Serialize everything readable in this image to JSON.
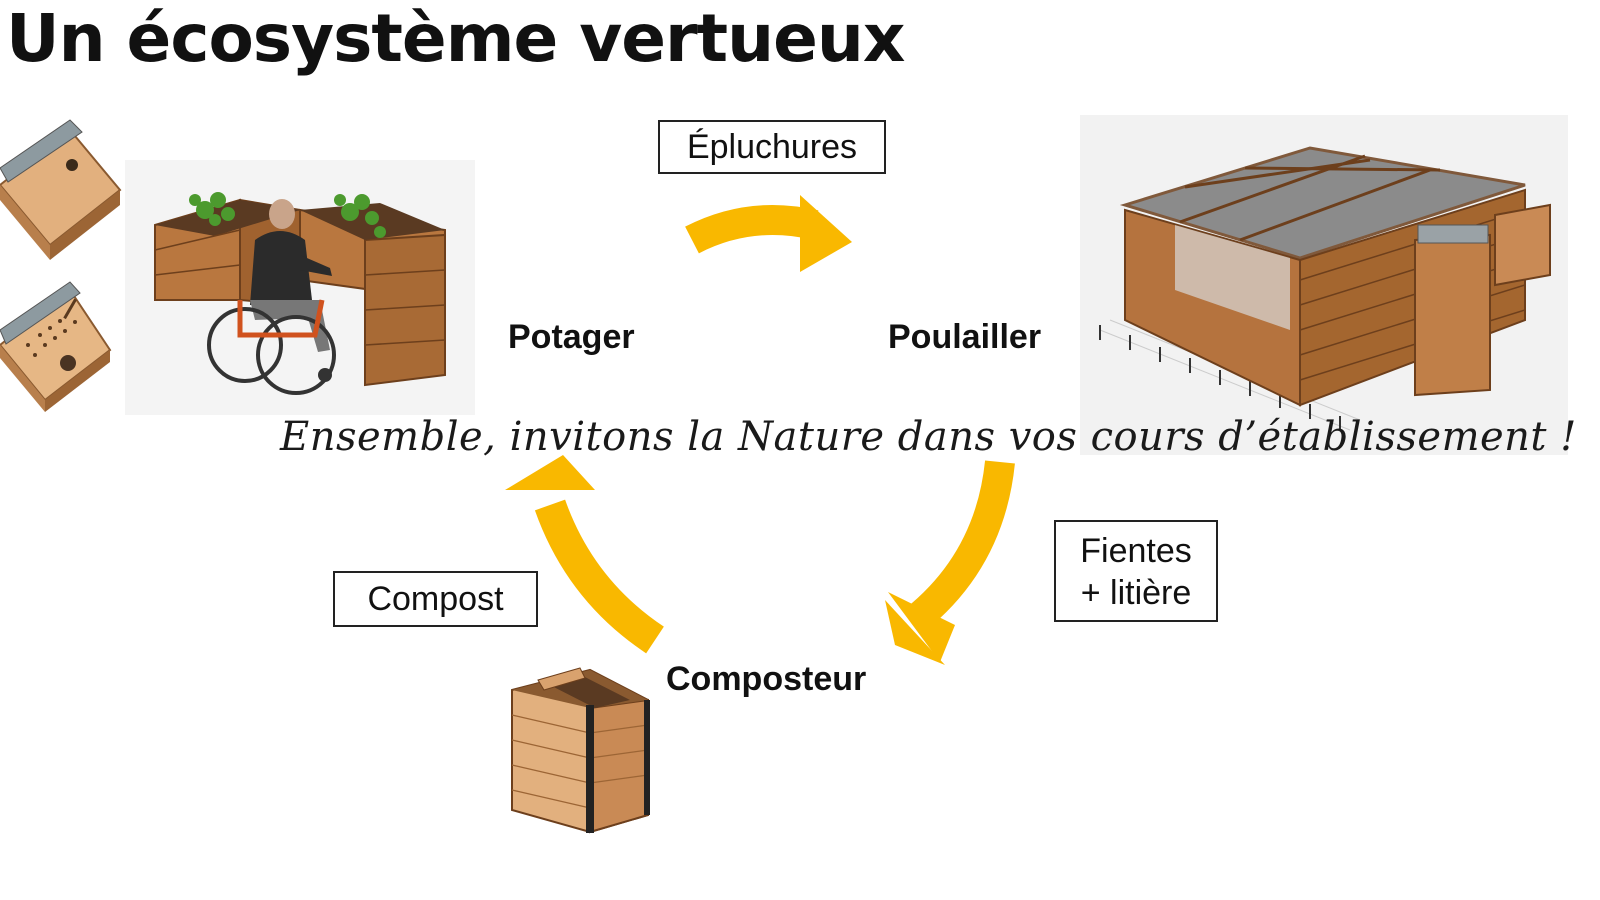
{
  "slide": {
    "title": "Un écosystème vertueux",
    "slogan": "Ensemble, invitons la Nature dans vos cours d’établissement !"
  },
  "nodes": {
    "potager": "Potager",
    "poulailler": "Poulailler",
    "composteur": "Composteur"
  },
  "flows": {
    "epluchures": "Épluchures",
    "fientes_line1": "Fientes",
    "fientes_line2": "+ litière",
    "compost": "Compost"
  },
  "colors": {
    "arrow": "#F9B800",
    "wood": "#C98A55",
    "wood_dark": "#8A4E25"
  },
  "illustrations": [
    "birdhouse",
    "insect-hotel",
    "raised-garden-bed-with-wheelchair-user",
    "chicken-coop",
    "compost-bin"
  ]
}
